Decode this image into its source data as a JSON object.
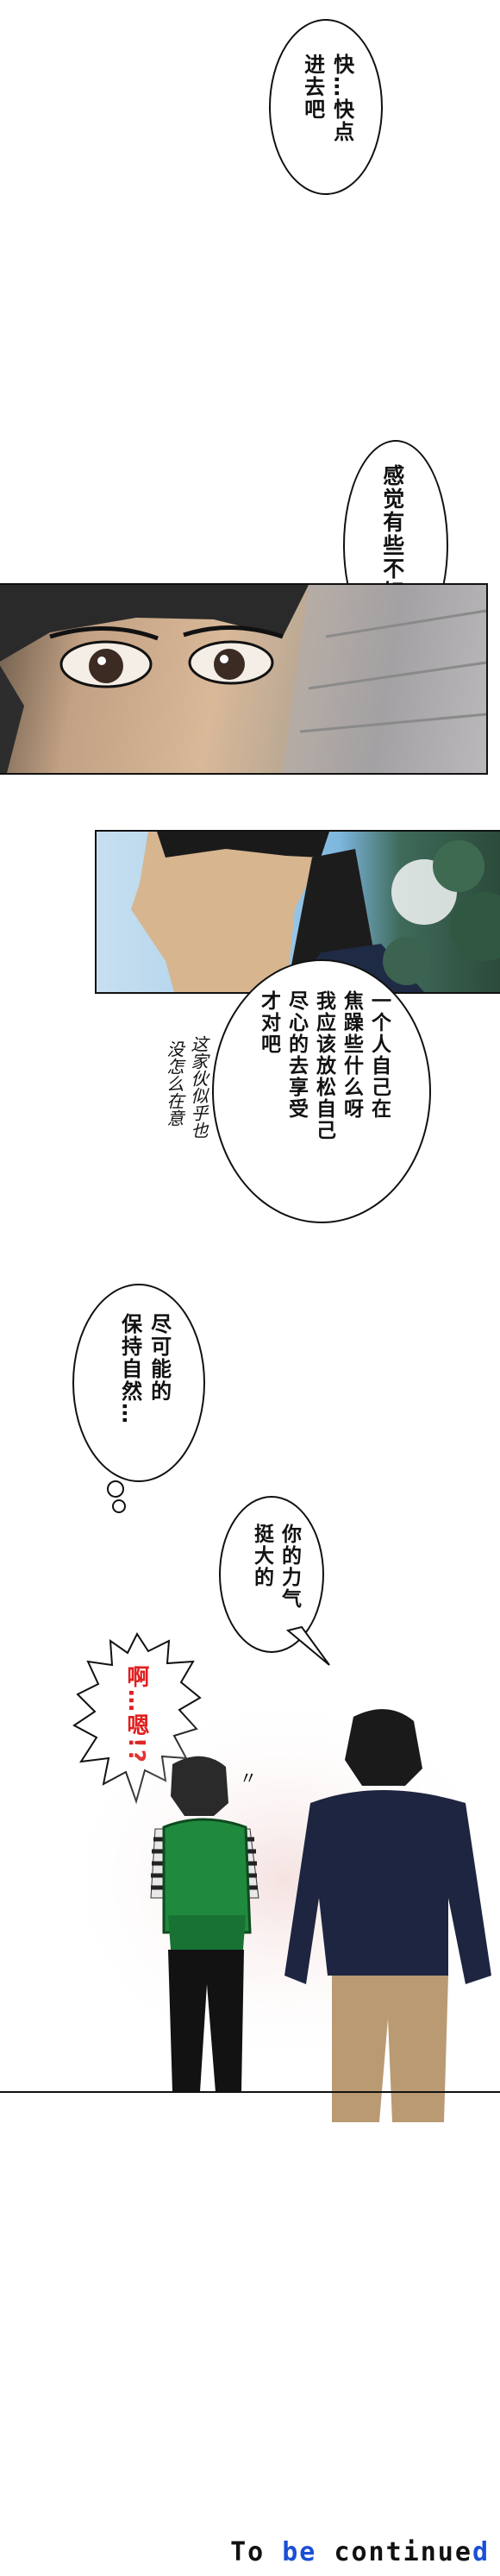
{
  "bubbles": {
    "b1_col1": "快…快点",
    "b1_col2": "进去吧",
    "b2": "感觉有些不好啊",
    "b3_col1": "一个人自己在",
    "b3_col2": "焦躁些什么呀",
    "b3_col3": "我应该放松自己",
    "b3_col4": "尽心的去享受",
    "b3_col5": "才对吧",
    "b4_col1": "尽可能的",
    "b4_col2": "保持自然…",
    "b5_col1": "你的力气",
    "b5_col2": "挺大的",
    "b6": "啊…嗯!?"
  },
  "handwritten": {
    "col1": "这家伙似乎也",
    "col2": "没怎么在意"
  },
  "footer": {
    "to": "To",
    "be": "be",
    "continued": "continue",
    "d": "d"
  },
  "colors": {
    "footer_blue": "#1a4fd6",
    "footer_dark": "#111111",
    "shout_red": "#e02020"
  }
}
